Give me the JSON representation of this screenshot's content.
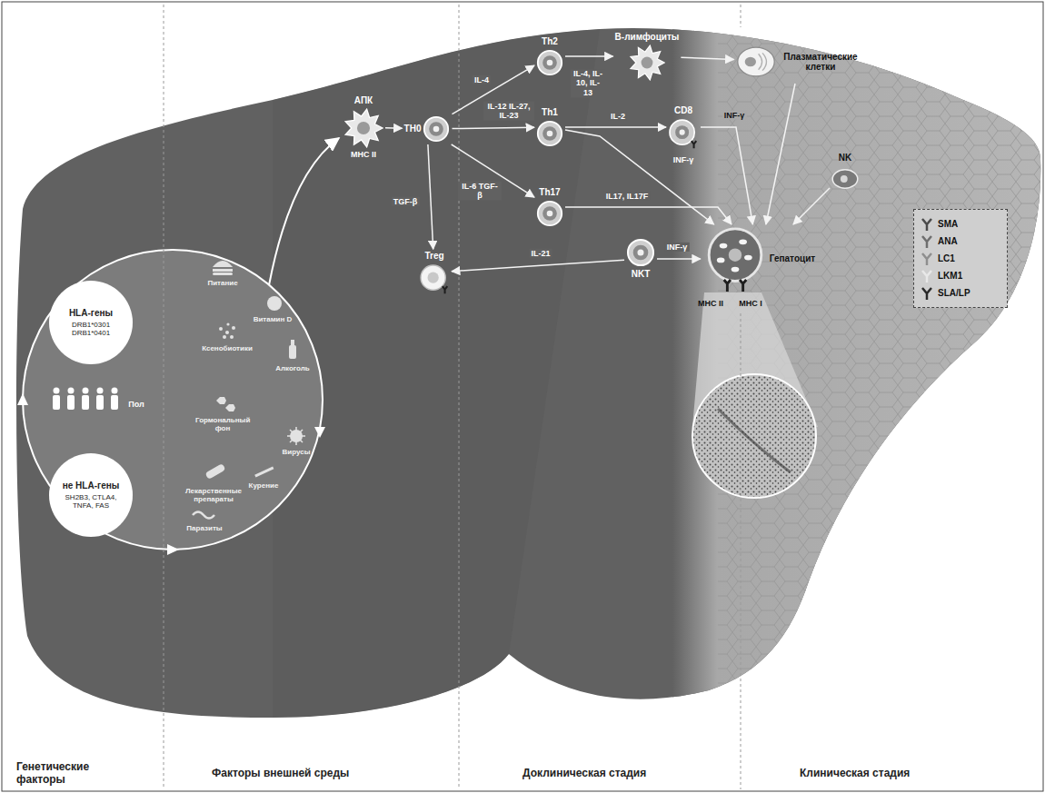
{
  "diagram": {
    "nodes": [
      {
        "text": [
          "HLA-гены",
          "DRB1*0301 DRB1*0401"
        ]
      },
      {
        "text": [
          "не HLA-гены",
          "SH2B3, CTLA4, TNFA, FAS"
        ]
      },
      {
        "text": [
          "АПК",
          "MHC II"
        ]
      },
      {
        "text": [
          "TH0"
        ]
      },
      {
        "text": [
          "Th2"
        ]
      },
      {
        "text": [
          "Th1"
        ]
      },
      {
        "text": [
          "Th17"
        ]
      },
      {
        "text": [
          "Treg"
        ]
      },
      {
        "text": [
          "В-лимфоциты"
        ]
      },
      {
        "text": [
          "Плазматические клетки"
        ]
      },
      {
        "text": [
          "CD8"
        ]
      },
      {
        "text": [
          "NK"
        ]
      },
      {
        "text": [
          "NKT"
        ]
      },
      {
        "text": [
          "Гепатоцит"
        ]
      }
    ],
    "edges": [
      {
        "from": 2,
        "to": 3,
        "arrow": "to"
      },
      {
        "from": 3,
        "to": 4,
        "label": "IL-4",
        "arrow": "to"
      },
      {
        "from": 3,
        "to": 5,
        "label": "IL-12 IL-27, IL-23",
        "arrow": "to"
      },
      {
        "from": 3,
        "to": 6,
        "label": "IL-6 TGF-β",
        "arrow": "to"
      },
      {
        "from": 3,
        "to": 7,
        "label": "TGF-β",
        "arrow": "to"
      },
      {
        "from": 4,
        "to": 8,
        "label": "IL-4, IL-10, IL-13",
        "arrow": "to"
      },
      {
        "from": 8,
        "to": 9,
        "arrow": "to"
      },
      {
        "from": 5,
        "to": 10,
        "label": "IL-2",
        "arrow": "to"
      },
      {
        "from": 5,
        "to": 13,
        "arrow": "to"
      },
      {
        "from": 10,
        "to": 13,
        "label": "INF-γ",
        "arrow": "to"
      },
      {
        "from": 6,
        "to": 13,
        "label": "IL17, IL17F",
        "arrow": "to"
      },
      {
        "from": 12,
        "to": 7,
        "label": "IL-21",
        "arrow": "to"
      },
      {
        "from": 12,
        "to": 13,
        "label": "INF-γ",
        "arrow": "to"
      },
      {
        "from": 11,
        "to": 13,
        "arrow": "to"
      },
      {
        "from": 9,
        "to": 13,
        "arrow": "to"
      }
    ],
    "labels": [
      "Генетические факторы",
      "Факторы внешней среды",
      "Доклиническая стадия",
      "Клиническая стадия",
      "Пол",
      "Питание",
      "Витамин D",
      "Ксенобиотики",
      "Алкоголь",
      "Гормональный фон",
      "Лекарственные препараты",
      "Курение",
      "Вирусы",
      "Паразиты",
      "MHC II",
      "MHC I",
      "INF-γ"
    ],
    "legend": [
      {
        "text": "SMA"
      },
      {
        "text": "ANA"
      },
      {
        "text": "LC1"
      },
      {
        "text": "LKM1"
      },
      {
        "text": "SLA/LP"
      }
    ]
  }
}
